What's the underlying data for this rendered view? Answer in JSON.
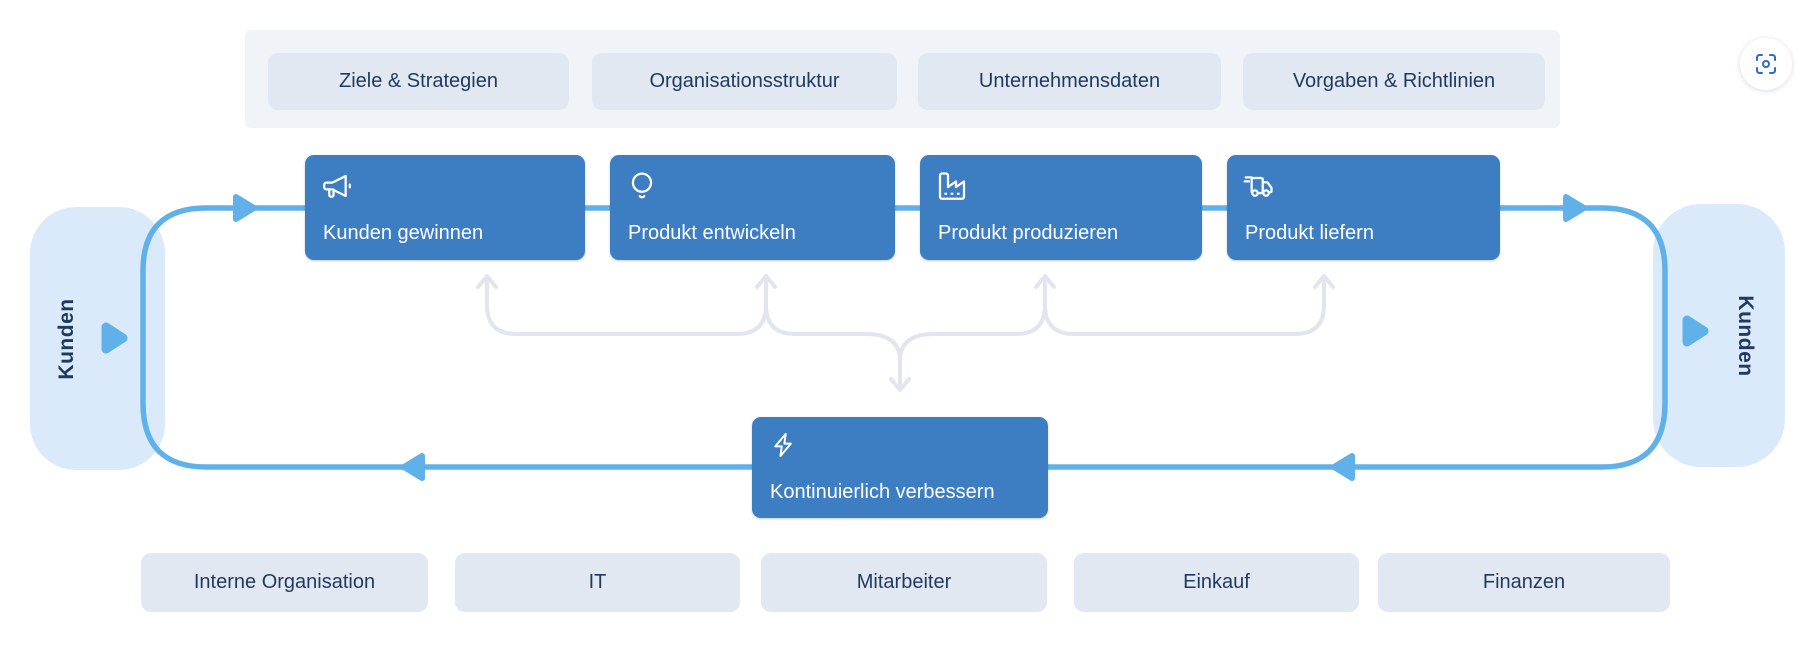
{
  "header": {
    "focus_button": {
      "icon": "focus-icon",
      "tooltip": ""
    }
  },
  "governance_bar": {
    "items": [
      {
        "label": "Ziele & Strategien"
      },
      {
        "label": "Organisationsstruktur"
      },
      {
        "label": "Unternehmensdaten"
      },
      {
        "label": "Vorgaben & Richtlinien"
      }
    ]
  },
  "process_flow": {
    "customer_left": {
      "label": "Kunden"
    },
    "customer_right": {
      "label": "Kunden"
    },
    "steps": [
      {
        "label": "Kunden gewinnen",
        "icon": "megaphone-icon"
      },
      {
        "label": "Produkt entwickeln",
        "icon": "lightbulb-icon"
      },
      {
        "label": "Produkt produzieren",
        "icon": "factory-icon"
      },
      {
        "label": "Produkt liefern",
        "icon": "truck-icon"
      }
    ],
    "improvement": {
      "label": "Kontinuierlich verbessern",
      "icon": "zap-icon"
    }
  },
  "support_bar": {
    "items": [
      {
        "label": "Interne Organisation"
      },
      {
        "label": "IT"
      },
      {
        "label": "Mitarbeiter"
      },
      {
        "label": "Einkauf"
      },
      {
        "label": "Finanzen"
      }
    ]
  },
  "colors": {
    "process_box": "#3d7ec3",
    "flow_line": "#60b1e9",
    "customer_panel": "#dbeafb",
    "governance_band": "#f0f4f9",
    "pill_button": "#e2e8f1",
    "navy_text": "#1e3a5f",
    "feedback_line": "#e2e5ed",
    "focus_icon": "#3068d1"
  }
}
